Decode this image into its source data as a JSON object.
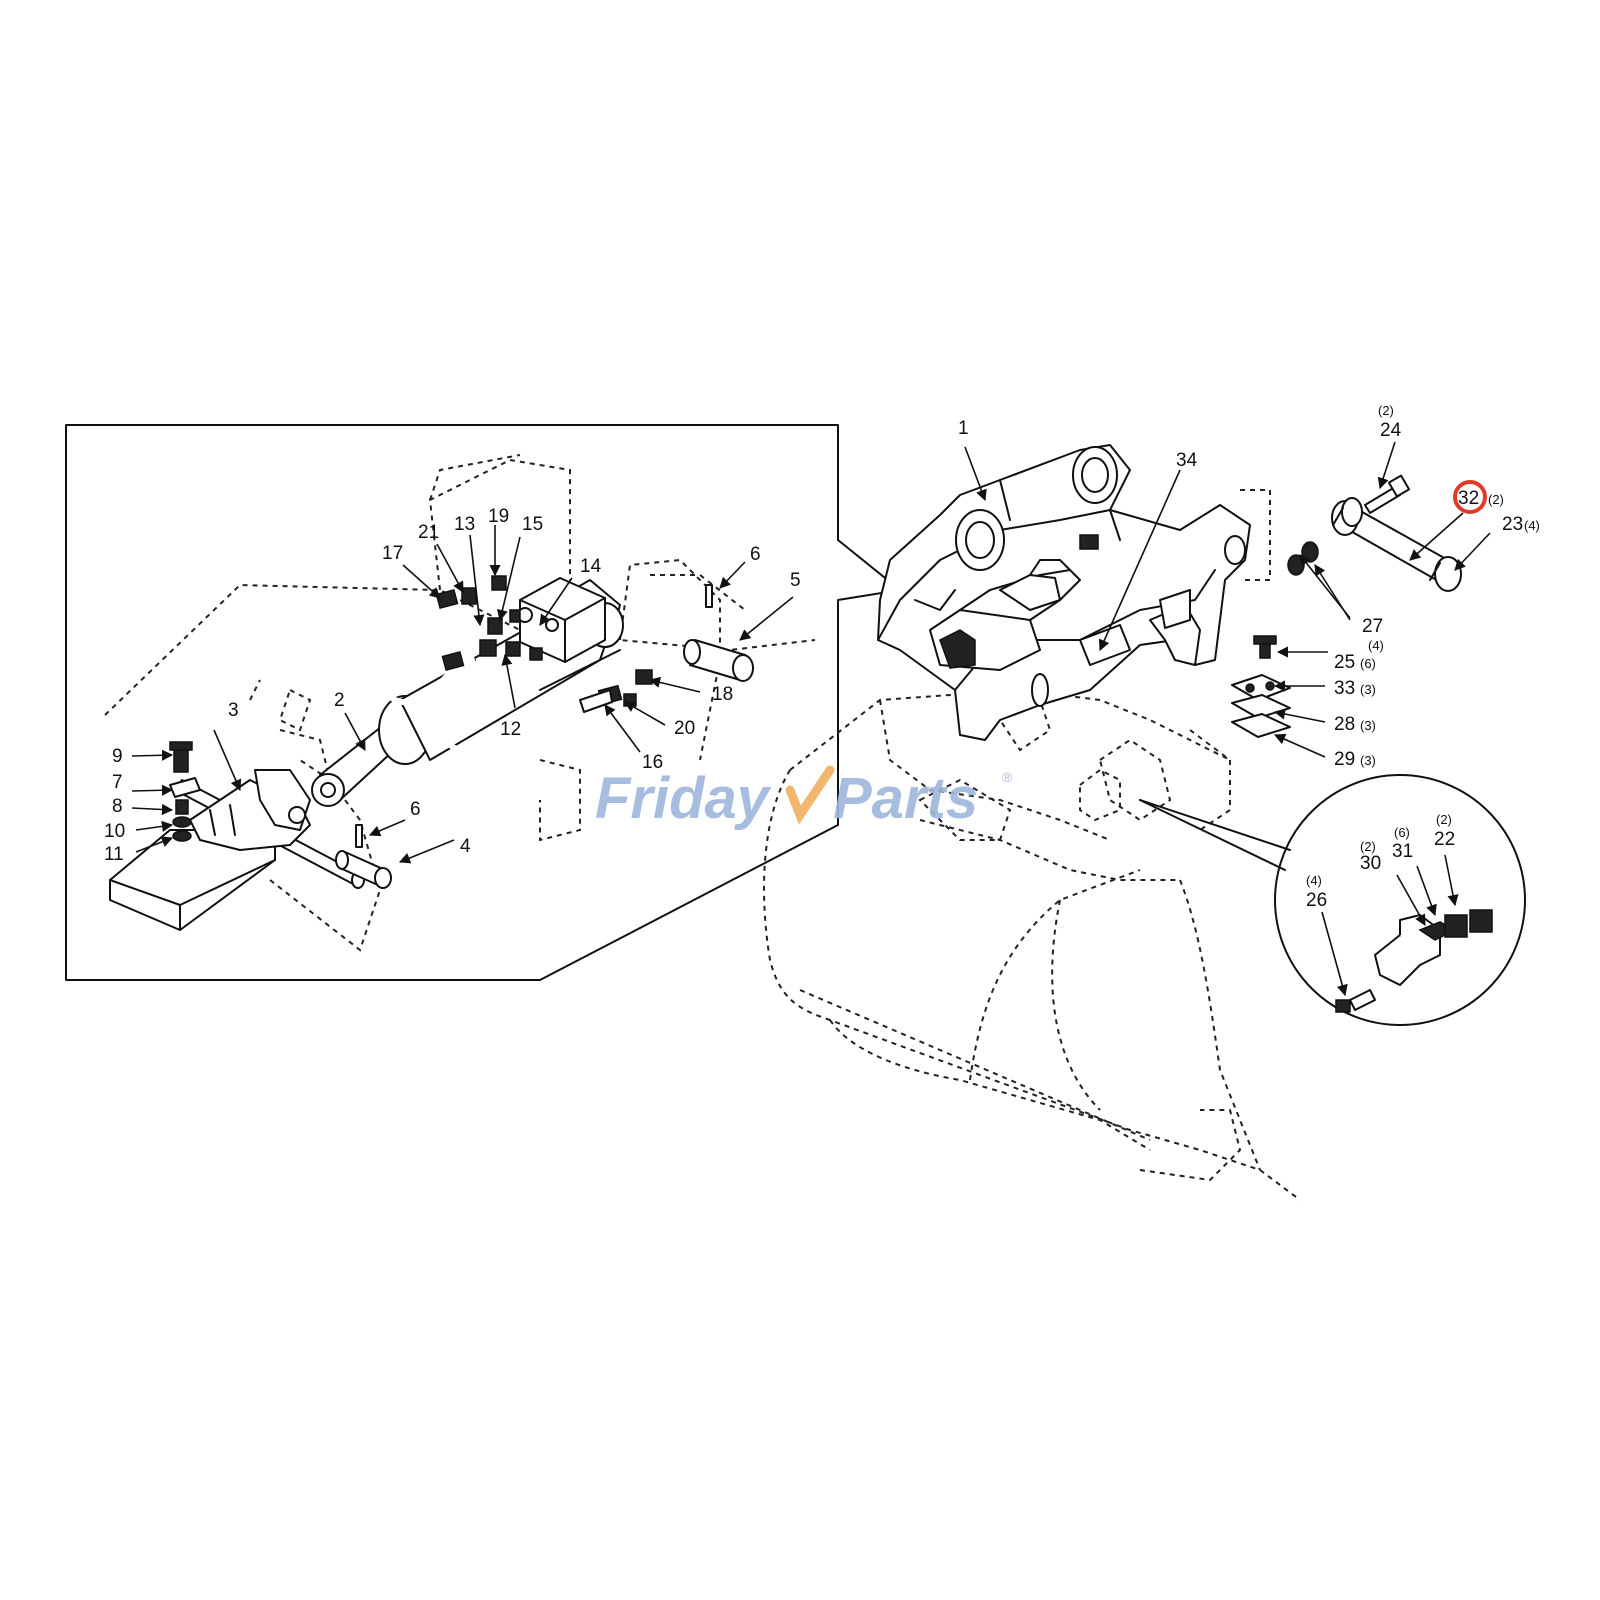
{
  "watermark": {
    "part1": "Friday",
    "part2": "Parts",
    "reg_mark": "®",
    "color": "#9db6dc",
    "accent": "#f0b060"
  },
  "highlight": {
    "callout": "32",
    "ring_color": "#e03a2a"
  },
  "callouts": {
    "c1": "1",
    "c2": "2",
    "c3": "3",
    "c4": "4",
    "c5": "5",
    "c6a": "6",
    "c6b": "6",
    "c7": "7",
    "c8": "8",
    "c9": "9",
    "c10": "10",
    "c11": "11",
    "c12": "12",
    "c13": "13",
    "c14": "14",
    "c15": "15",
    "c16": "16",
    "c17": "17",
    "c18": "18",
    "c19": "19",
    "c20": "20",
    "c21": "21",
    "c22": "22",
    "c23": "23",
    "c24": "24",
    "c25": "25",
    "c26": "26",
    "c27": "27",
    "c28": "28",
    "c29": "29",
    "c30": "30",
    "c31": "31",
    "c32": "32",
    "c33": "33",
    "c34": "34"
  },
  "quantities": {
    "q22": "(2)",
    "q23": "(4)",
    "q24": "(2)",
    "q25": "(6)",
    "q26": "(4)",
    "q27": "(4)",
    "q28": "(3)",
    "q29": "(3)",
    "q30": "(2)",
    "q31": "(6)",
    "q32": "(2)",
    "q33": "(3)"
  }
}
